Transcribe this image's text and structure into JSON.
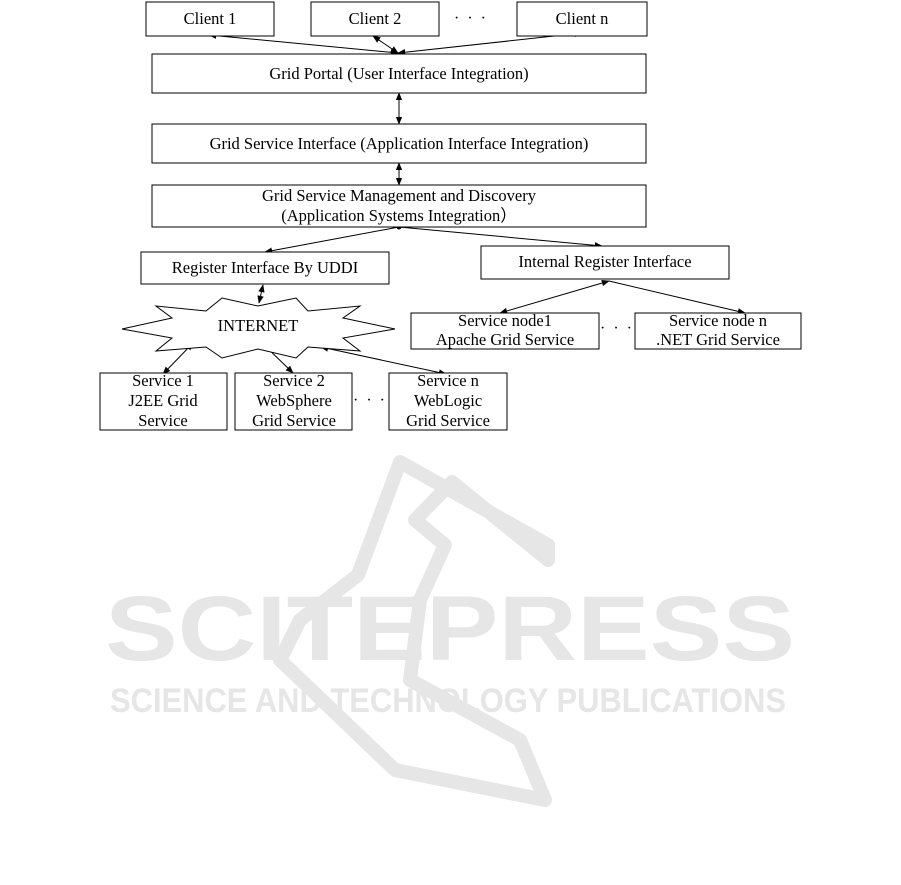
{
  "diagram": {
    "clients": [
      "Client 1",
      "Client 2",
      "Client n"
    ],
    "client_ellipsis": "· · ·",
    "portal": "Grid Portal (User Interface Integration)",
    "service_interface": "Grid Service Interface (Application Interface Integration)",
    "management": [
      "Grid Service Management and Discovery",
      "(Application Systems Integration）"
    ],
    "register_uddi": "Register Interface By UDDI",
    "internal_register": "Internal Register Interface",
    "internet": "INTERNET",
    "services": [
      [
        "Service 1",
        "J2EE Grid",
        "Service"
      ],
      [
        "Service 2",
        "WebSphere",
        "Grid Service"
      ],
      [
        "Service n",
        "WebLogic",
        "Grid Service"
      ]
    ],
    "service_ellipsis": "· · ·",
    "nodes": [
      [
        "Service node1",
        "Apache Grid Service"
      ],
      [
        "Service node n",
        ".NET Grid Service"
      ]
    ],
    "node_ellipsis": "· · ·"
  },
  "watermark": {
    "name": "SCITEPRESS",
    "tagline": "SCIENCE AND TECHNOLOGY PUBLICATIONS",
    "color": "#e6e6e6"
  }
}
